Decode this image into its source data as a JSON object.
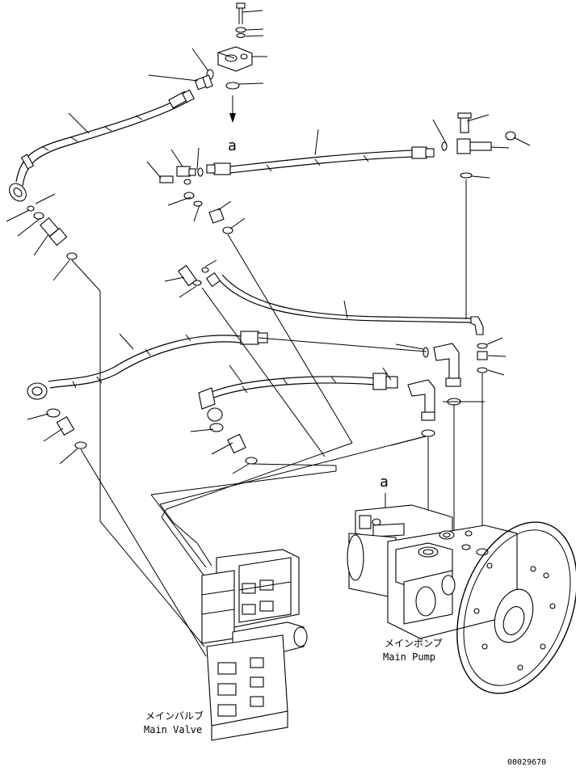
{
  "diagram": {
    "view_label": "a",
    "pump_label": "a",
    "main_pump": {
      "jp": "メインポンプ",
      "en": "Main Pump"
    },
    "main_valve": {
      "jp": "メインバルブ",
      "en": "Main Valve"
    },
    "drawing_number": "00029670"
  }
}
